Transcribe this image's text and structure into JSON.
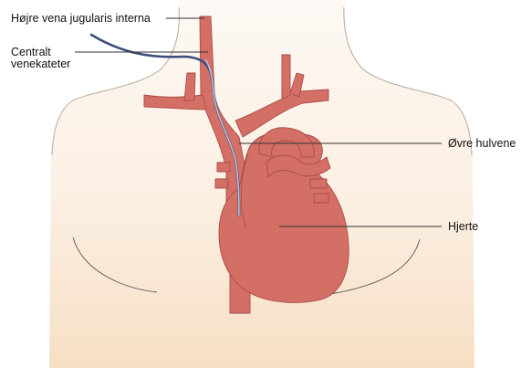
{
  "labels": {
    "jugular": "Højre vena jugularis interna",
    "catheter_line1": "Centralt",
    "catheter_line2": "venekateter",
    "vena_cava": "Øvre hulvene",
    "heart": "Hjerte"
  },
  "colors": {
    "skin_light": "#fdf8f2",
    "skin_dark": "#f8e3cb",
    "body_outline": "#b9a999",
    "vessel_fill": "#d46f66",
    "vessel_stroke": "#a84c46",
    "catheter_outer": "#3d4d7c",
    "catheter_inner": "#b8c1d6",
    "leader_line": "#333333"
  }
}
